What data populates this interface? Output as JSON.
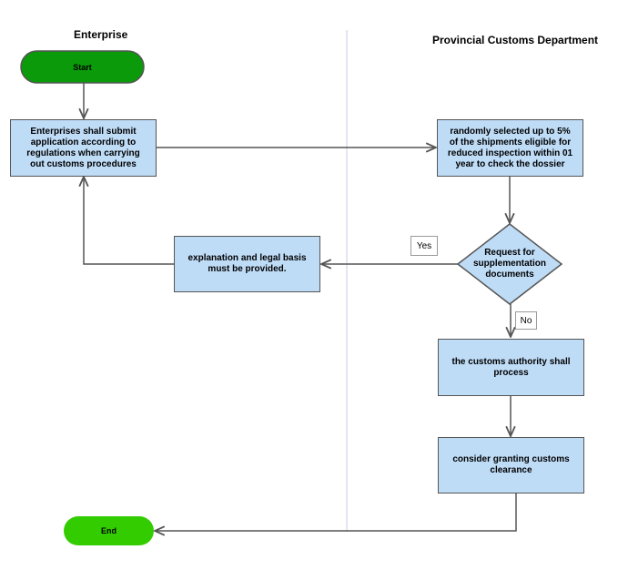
{
  "lanes": {
    "left_title": "Enterprise",
    "right_title": "Provincial Customs Department"
  },
  "nodes": {
    "start": "Start",
    "submit": "Enterprises shall submit\napplication according to\nregulations when carrying\nout customs procedures",
    "select": "randomly selected up to 5%\nof the shipments eligible for\nreduced inspection within 01\nyear to check the dossier",
    "decision": "Request for\nsupplementation\ndocuments",
    "explanation": "explanation and legal basis\nmust be provided.",
    "process": "the customs authority shall\nprocess",
    "clearance": "consider granting customs\nclearance",
    "end": "End"
  },
  "edge_labels": {
    "yes": "Yes",
    "no": "No"
  },
  "colors": {
    "start_fill": "#0a9a0a",
    "end_fill": "#33cc00",
    "box_fill": "#bfdcf7",
    "line": "#555555",
    "lane_divider": "#c8cde0"
  }
}
